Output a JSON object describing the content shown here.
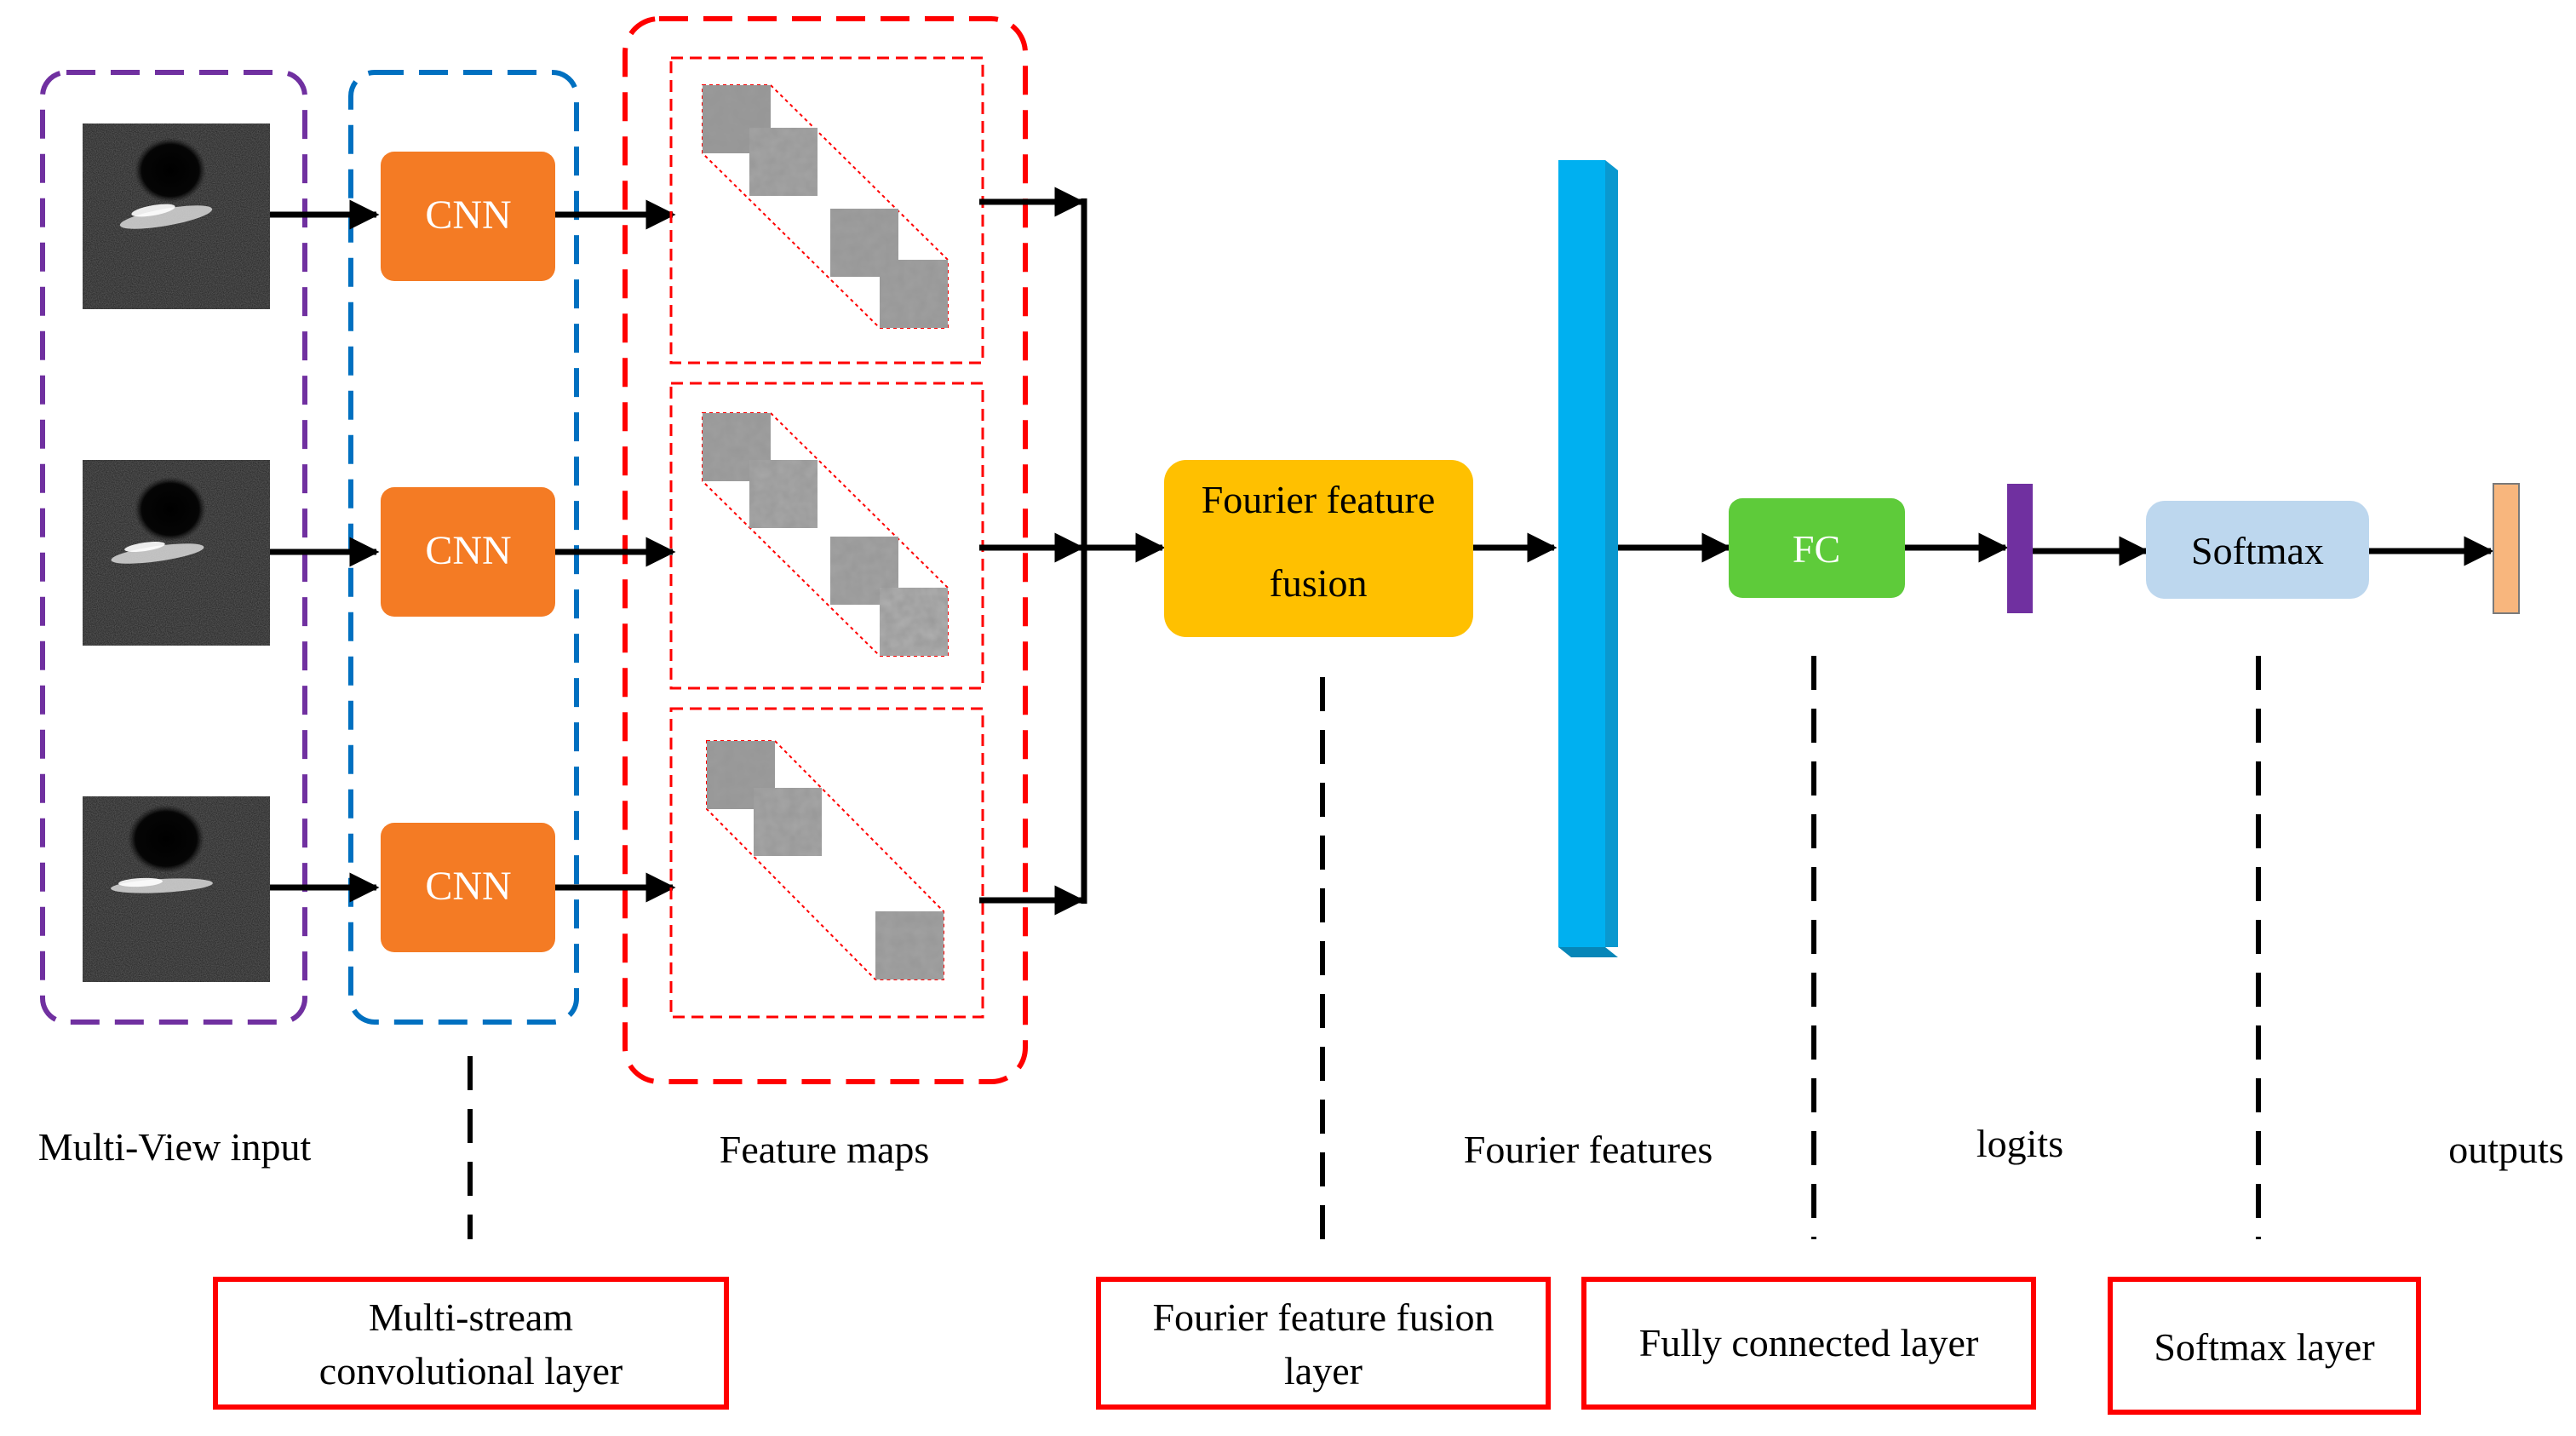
{
  "nodes": {
    "cnn_label": "CNN",
    "fusion_line1": "Fourier feature",
    "fusion_line2": "fusion",
    "fc_label": "FC",
    "softmax_label": "Softmax"
  },
  "labels": {
    "multi_view_input": "Multi-View input",
    "feature_maps": "Feature maps",
    "fourier_features": "Fourier features",
    "logits": "logits",
    "outputs": "outputs"
  },
  "layers": {
    "multi_stream_line1": "Multi-stream",
    "multi_stream_line2": "convolutional layer",
    "fusion_layer_line1": "Fourier feature fusion",
    "fusion_layer_line2": "layer",
    "fully_connected": "Fully connected layer",
    "softmax_layer": "Softmax layer"
  },
  "colors": {
    "input_group": "#7030a0",
    "cnn_group": "#0070c0",
    "feature_group": "#ff0000",
    "cnn_box": "#f47b24",
    "fusion_box": "#ffc000",
    "fourier_bar": "#00b0f0",
    "fc_box": "#5ecb3a",
    "logits_bar": "#7030a0",
    "softmax_box": "#bdd7ee",
    "output_bar": "#f8b67d",
    "layer_box_border": "#ff0000"
  }
}
